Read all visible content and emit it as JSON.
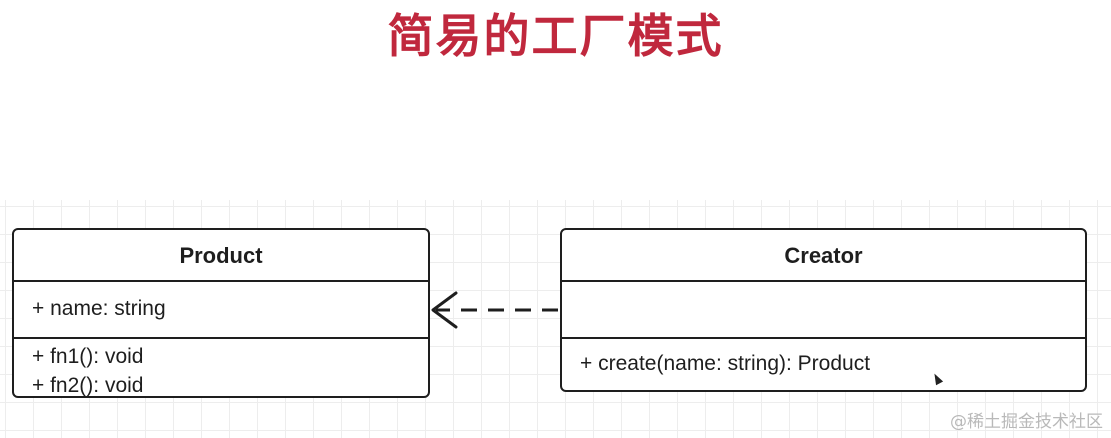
{
  "title": "简易的工厂模式",
  "diagram": {
    "product": {
      "name": "Product",
      "attributes": [
        "+ name: string"
      ],
      "methods": [
        "+ fn1(): void",
        "+ fn2(): void"
      ]
    },
    "creator": {
      "name": "Creator",
      "attributes": [],
      "methods": [
        "+ create(name: string): Product"
      ]
    },
    "relationship": {
      "from": "Creator",
      "to": "Product",
      "type": "dependency",
      "line_style": "dashed",
      "arrow": "open"
    }
  },
  "watermark": "@稀土掘金技术社区",
  "colors": {
    "title": "#c0283d",
    "stroke": "#1e1e1e",
    "grid": "#ededed"
  }
}
